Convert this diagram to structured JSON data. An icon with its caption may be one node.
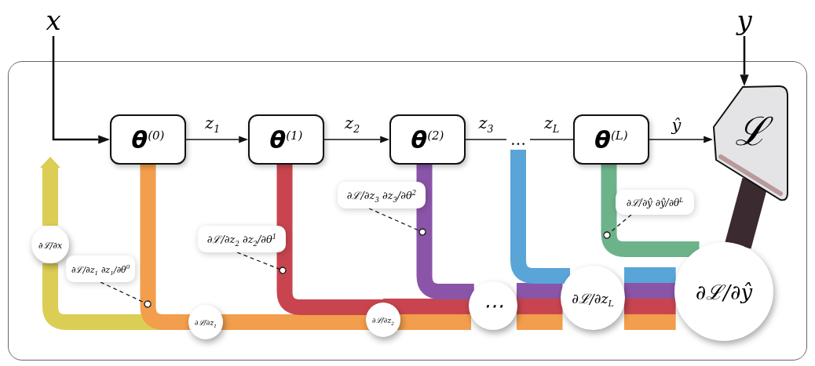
{
  "diagram": {
    "nodes": [
      {
        "text": [
          "x"
        ]
      },
      {
        "text": [
          "**θ**$^{(0)}$"
        ]
      },
      {
        "text": [
          "**θ**$^{(1)}$"
        ]
      },
      {
        "text": [
          "**θ**$^{(2)}$"
        ]
      },
      {
        "text": [
          "…"
        ]
      },
      {
        "text": [
          "**θ**$^{(L)}$"
        ]
      },
      {
        "text": [
          "ℒ"
        ]
      },
      {
        "text": [
          "y"
        ]
      },
      {
        "text": [
          "∂ℒ/∂ŷ"
        ]
      },
      {
        "text": [
          "∂ℒ/∂z$_{L}$"
        ]
      },
      {
        "text": [
          "⋯"
        ]
      },
      {
        "text": [
          "∂ℒ/∂z$_{2}$"
        ]
      },
      {
        "text": [
          "∂ℒ/∂z$_{1}$"
        ]
      },
      {
        "text": [
          "∂ℒ/∂x"
        ]
      },
      {
        "text": [
          "∂ℒ/∂z$_{1}$ ∂z$_{1}$/∂θ$^{0}$"
        ]
      },
      {
        "text": [
          "∂ℒ/∂z$_{2}$ ∂z$_{2}$/∂θ$^{1}$"
        ]
      },
      {
        "text": [
          "∂ℒ/∂z$_{3}$ ∂z$_{3}$/∂θ$^{2}$"
        ]
      },
      {
        "text": [
          "∂ℒ/∂ŷ ∂ŷ/∂θ$^{L}$"
        ]
      }
    ],
    "edges": [
      {
        "from": 0,
        "to": 1,
        "arrow": "to"
      },
      {
        "from": 1,
        "to": 2,
        "arrow": "to",
        "label": "z$_{1}$"
      },
      {
        "from": 2,
        "to": 3,
        "arrow": "to",
        "label": "z$_{2}$"
      },
      {
        "from": 3,
        "to": 4,
        "arrow": "none",
        "label": "z$_{3}$"
      },
      {
        "from": 4,
        "to": 5,
        "arrow": "none",
        "label": "z$_{L}$"
      },
      {
        "from": 5,
        "to": 6,
        "arrow": "to",
        "label": "ŷ"
      },
      {
        "from": 7,
        "to": 6,
        "arrow": "to"
      },
      {
        "from": 6,
        "to": 8,
        "arrow": "none",
        "style": "thick",
        "color": "#3b2a30"
      },
      {
        "from": 8,
        "to": 5,
        "arrow": "none",
        "style": "thick",
        "color": "#6db38a"
      },
      {
        "from": 8,
        "to": 9,
        "arrow": "none",
        "style": "thick"
      },
      {
        "from": 9,
        "to": 4,
        "arrow": "none",
        "style": "thick",
        "color": "#5aa5d8"
      },
      {
        "from": 9,
        "to": 10,
        "arrow": "none",
        "style": "thick"
      },
      {
        "from": 10,
        "to": 3,
        "arrow": "none",
        "style": "thick",
        "color": "#8a55a8"
      },
      {
        "from": 10,
        "to": 11,
        "arrow": "none",
        "style": "thick"
      },
      {
        "from": 11,
        "to": 2,
        "arrow": "none",
        "style": "thick",
        "color": "#c8454f"
      },
      {
        "from": 11,
        "to": 12,
        "arrow": "none",
        "style": "thick"
      },
      {
        "from": 12,
        "to": 1,
        "arrow": "none",
        "style": "thick",
        "color": "#f29e4c"
      },
      {
        "from": 12,
        "to": 13,
        "arrow": "none",
        "style": "thick",
        "color": "#dccd55"
      },
      {
        "from": 13,
        "to": null,
        "arrow": "to",
        "style": "thick",
        "color": "#dccd55"
      },
      {
        "from": 14,
        "to": null,
        "arrow": "other",
        "style": "dashed"
      },
      {
        "from": 15,
        "to": null,
        "arrow": "other",
        "style": "dashed"
      },
      {
        "from": 16,
        "to": null,
        "arrow": "other",
        "style": "dashed"
      },
      {
        "from": 17,
        "to": null,
        "arrow": "other",
        "style": "dashed"
      }
    ]
  }
}
